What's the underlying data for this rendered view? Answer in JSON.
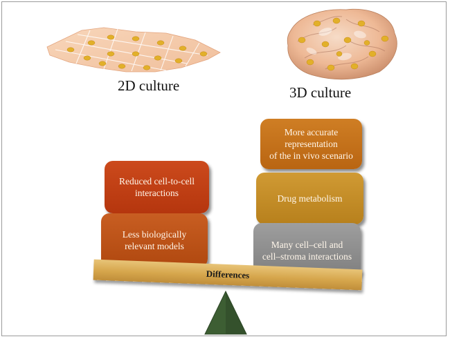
{
  "captions": {
    "left": "2D culture",
    "right": "3D culture"
  },
  "left_boxes": [
    {
      "lines": [
        "Reduced cell-to-cell",
        "interactions"
      ],
      "color": "#bf3c12"
    },
    {
      "lines": [
        "Less biologically",
        "relevant models"
      ],
      "color": "#bc5116"
    }
  ],
  "right_boxes": [
    {
      "lines": [
        "More accurate",
        "representation",
        "of the in vivo scenario"
      ],
      "color": "#c2721a"
    },
    {
      "lines": [
        "Drug metabolism"
      ],
      "color": "#c58a26"
    },
    {
      "lines": [
        "Many cell–cell and",
        "cell–stroma interactions"
      ],
      "color": "#8e8e8e"
    }
  ],
  "balance": {
    "beam_label": "Differences",
    "beam_color": "#d6a64c",
    "fulcrum_color": "#3d5e33"
  },
  "colors": {
    "sheet_fill": "#f6cfb0",
    "nucleus": "#e2b02a",
    "spheroid_fill": "#f2c7a8"
  }
}
